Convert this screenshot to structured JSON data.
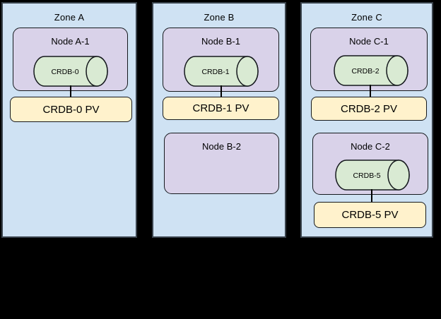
{
  "diagram": {
    "description": "Three availability zones with Kubernetes nodes, CockroachDB pods (cylinders) and persistent volumes",
    "zones": [
      {
        "title": "Zone A",
        "nodes": [
          {
            "label": "Node A-1",
            "db_label": "CRDB-0",
            "pv_label": "CRDB-0 PV"
          }
        ]
      },
      {
        "title": "Zone B",
        "nodes": [
          {
            "label": "Node B-1",
            "db_label": "CRDB-1",
            "pv_label": "CRDB-1 PV"
          },
          {
            "label": "Node B-2"
          }
        ]
      },
      {
        "title": "Zone C",
        "nodes": [
          {
            "label": "Node C-1",
            "db_label": "CRDB-2",
            "pv_label": "CRDB-2 PV"
          },
          {
            "label": "Node C-2",
            "db_label": "CRDB-5",
            "pv_label": "CRDB-5 PV"
          }
        ]
      }
    ],
    "colors": {
      "canvas_background": "#000000",
      "zone_fill": "#cfe2f3",
      "zone_border": "#3a434c",
      "node_fill": "#d9d2e9",
      "database_fill": "#d9ead3",
      "pv_fill": "#fff2cc",
      "shape_border": "#15191d"
    }
  }
}
